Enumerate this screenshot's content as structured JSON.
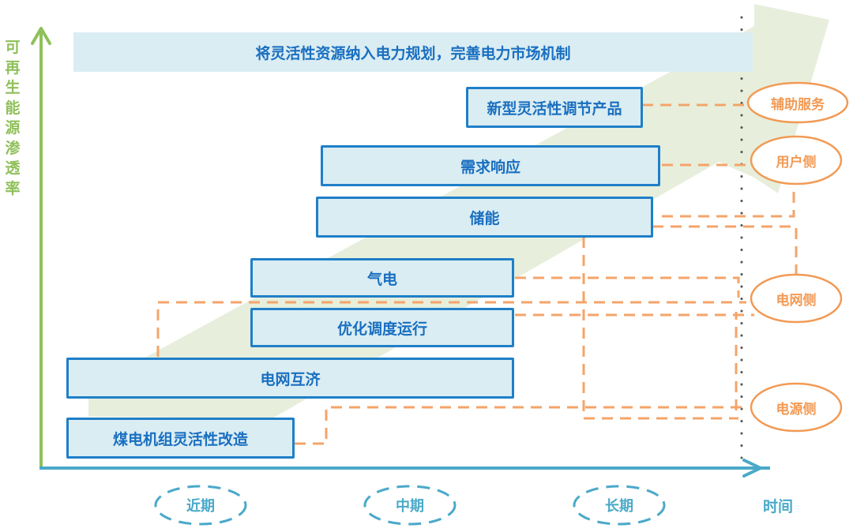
{
  "title_banner": "将灵活性资源纳入电力规划，完善电力市场机制",
  "axes": {
    "y_label": "可再生能源渗透率",
    "x_label": "时间"
  },
  "periods": [
    {
      "id": "near",
      "label": "近期"
    },
    {
      "id": "mid",
      "label": "中期"
    },
    {
      "id": "long",
      "label": "长期"
    }
  ],
  "measures": [
    {
      "id": "new-products",
      "label": "新型灵活性调节产品"
    },
    {
      "id": "demand-response",
      "label": "需求响应"
    },
    {
      "id": "storage",
      "label": "储能"
    },
    {
      "id": "gas-power",
      "label": "气电"
    },
    {
      "id": "optimized-dispatch",
      "label": "优化调度运行"
    },
    {
      "id": "grid-interconnection",
      "label": "电网互济"
    },
    {
      "id": "coal-retrofit",
      "label": "煤电机组灵活性改造"
    }
  ],
  "categories": [
    {
      "id": "ancillary",
      "label": "辅助服务"
    },
    {
      "id": "user-side",
      "label": "用户侧"
    },
    {
      "id": "grid-side",
      "label": "电网侧"
    },
    {
      "id": "source-side",
      "label": "电源侧"
    }
  ],
  "connections": [
    {
      "from": "new-products",
      "to": "ancillary"
    },
    {
      "from": "demand-response",
      "to": "user-side"
    },
    {
      "from": "storage",
      "to": "user-side"
    },
    {
      "from": "storage",
      "to": "grid-side"
    },
    {
      "from": "storage",
      "to": "source-side"
    },
    {
      "from": "gas-power",
      "to": "grid-side"
    },
    {
      "from": "optimized-dispatch",
      "to": "grid-side"
    },
    {
      "from": "grid-interconnection",
      "to": "grid-side"
    },
    {
      "from": "coal-retrofit",
      "to": "source-side"
    }
  ],
  "colors": {
    "box_fill": "#daedf3",
    "box_border": "#1f7fc8",
    "box_text": "#1a6fc0",
    "connector": "#f4a46a",
    "category": "#f29a55",
    "y_axis": "#8fc05a",
    "x_axis": "#4aa9c9",
    "trend_arrow": "#e7efdc"
  }
}
